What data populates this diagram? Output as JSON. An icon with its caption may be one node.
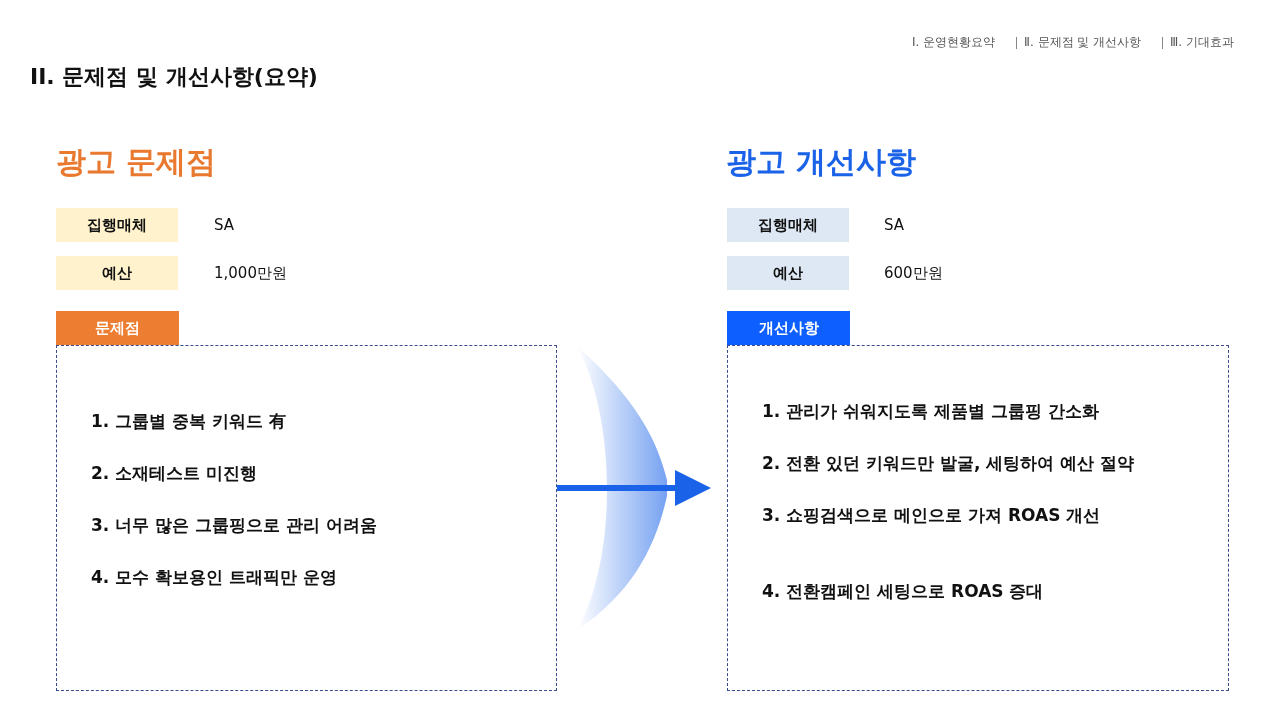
{
  "diagram": {
    "title": "II. 문제점 및 개선사항(요약)",
    "nodes": [
      {
        "text": [
          "문제점",
          "1. 그룹별 중복 키워드 有",
          "2. 소재테스트 미진행",
          "3. 너무 많은 그룹핑으로 관리 어려움",
          "4. 모수 확보용인 트래픽만 운영"
        ]
      },
      {
        "text": [
          "개선사항",
          "1. 관리가 쉬워지도록 제품별 그룹핑 간소화",
          "2. 전환 있던 키워드만 발굴, 세팅하여 예산 절약",
          "3. 쇼핑검색으로 메인으로 가져 ROAS 개선",
          "4. 전환캠페인 세팅으로 ROAS 증대"
        ]
      }
    ],
    "edges": [
      {
        "from": 0,
        "to": 1,
        "arrow": "to"
      }
    ],
    "labels": [
      "Ⅰ. 운영현황요약",
      "Ⅱ. 문제점 및 개선사항",
      "Ⅲ. 기대효과",
      "광고 문제점",
      "광고 개선사항",
      "집행매체",
      "SA",
      "집행매체",
      "SA",
      "예산",
      "1,000만원",
      "예산",
      "600만원"
    ]
  }
}
